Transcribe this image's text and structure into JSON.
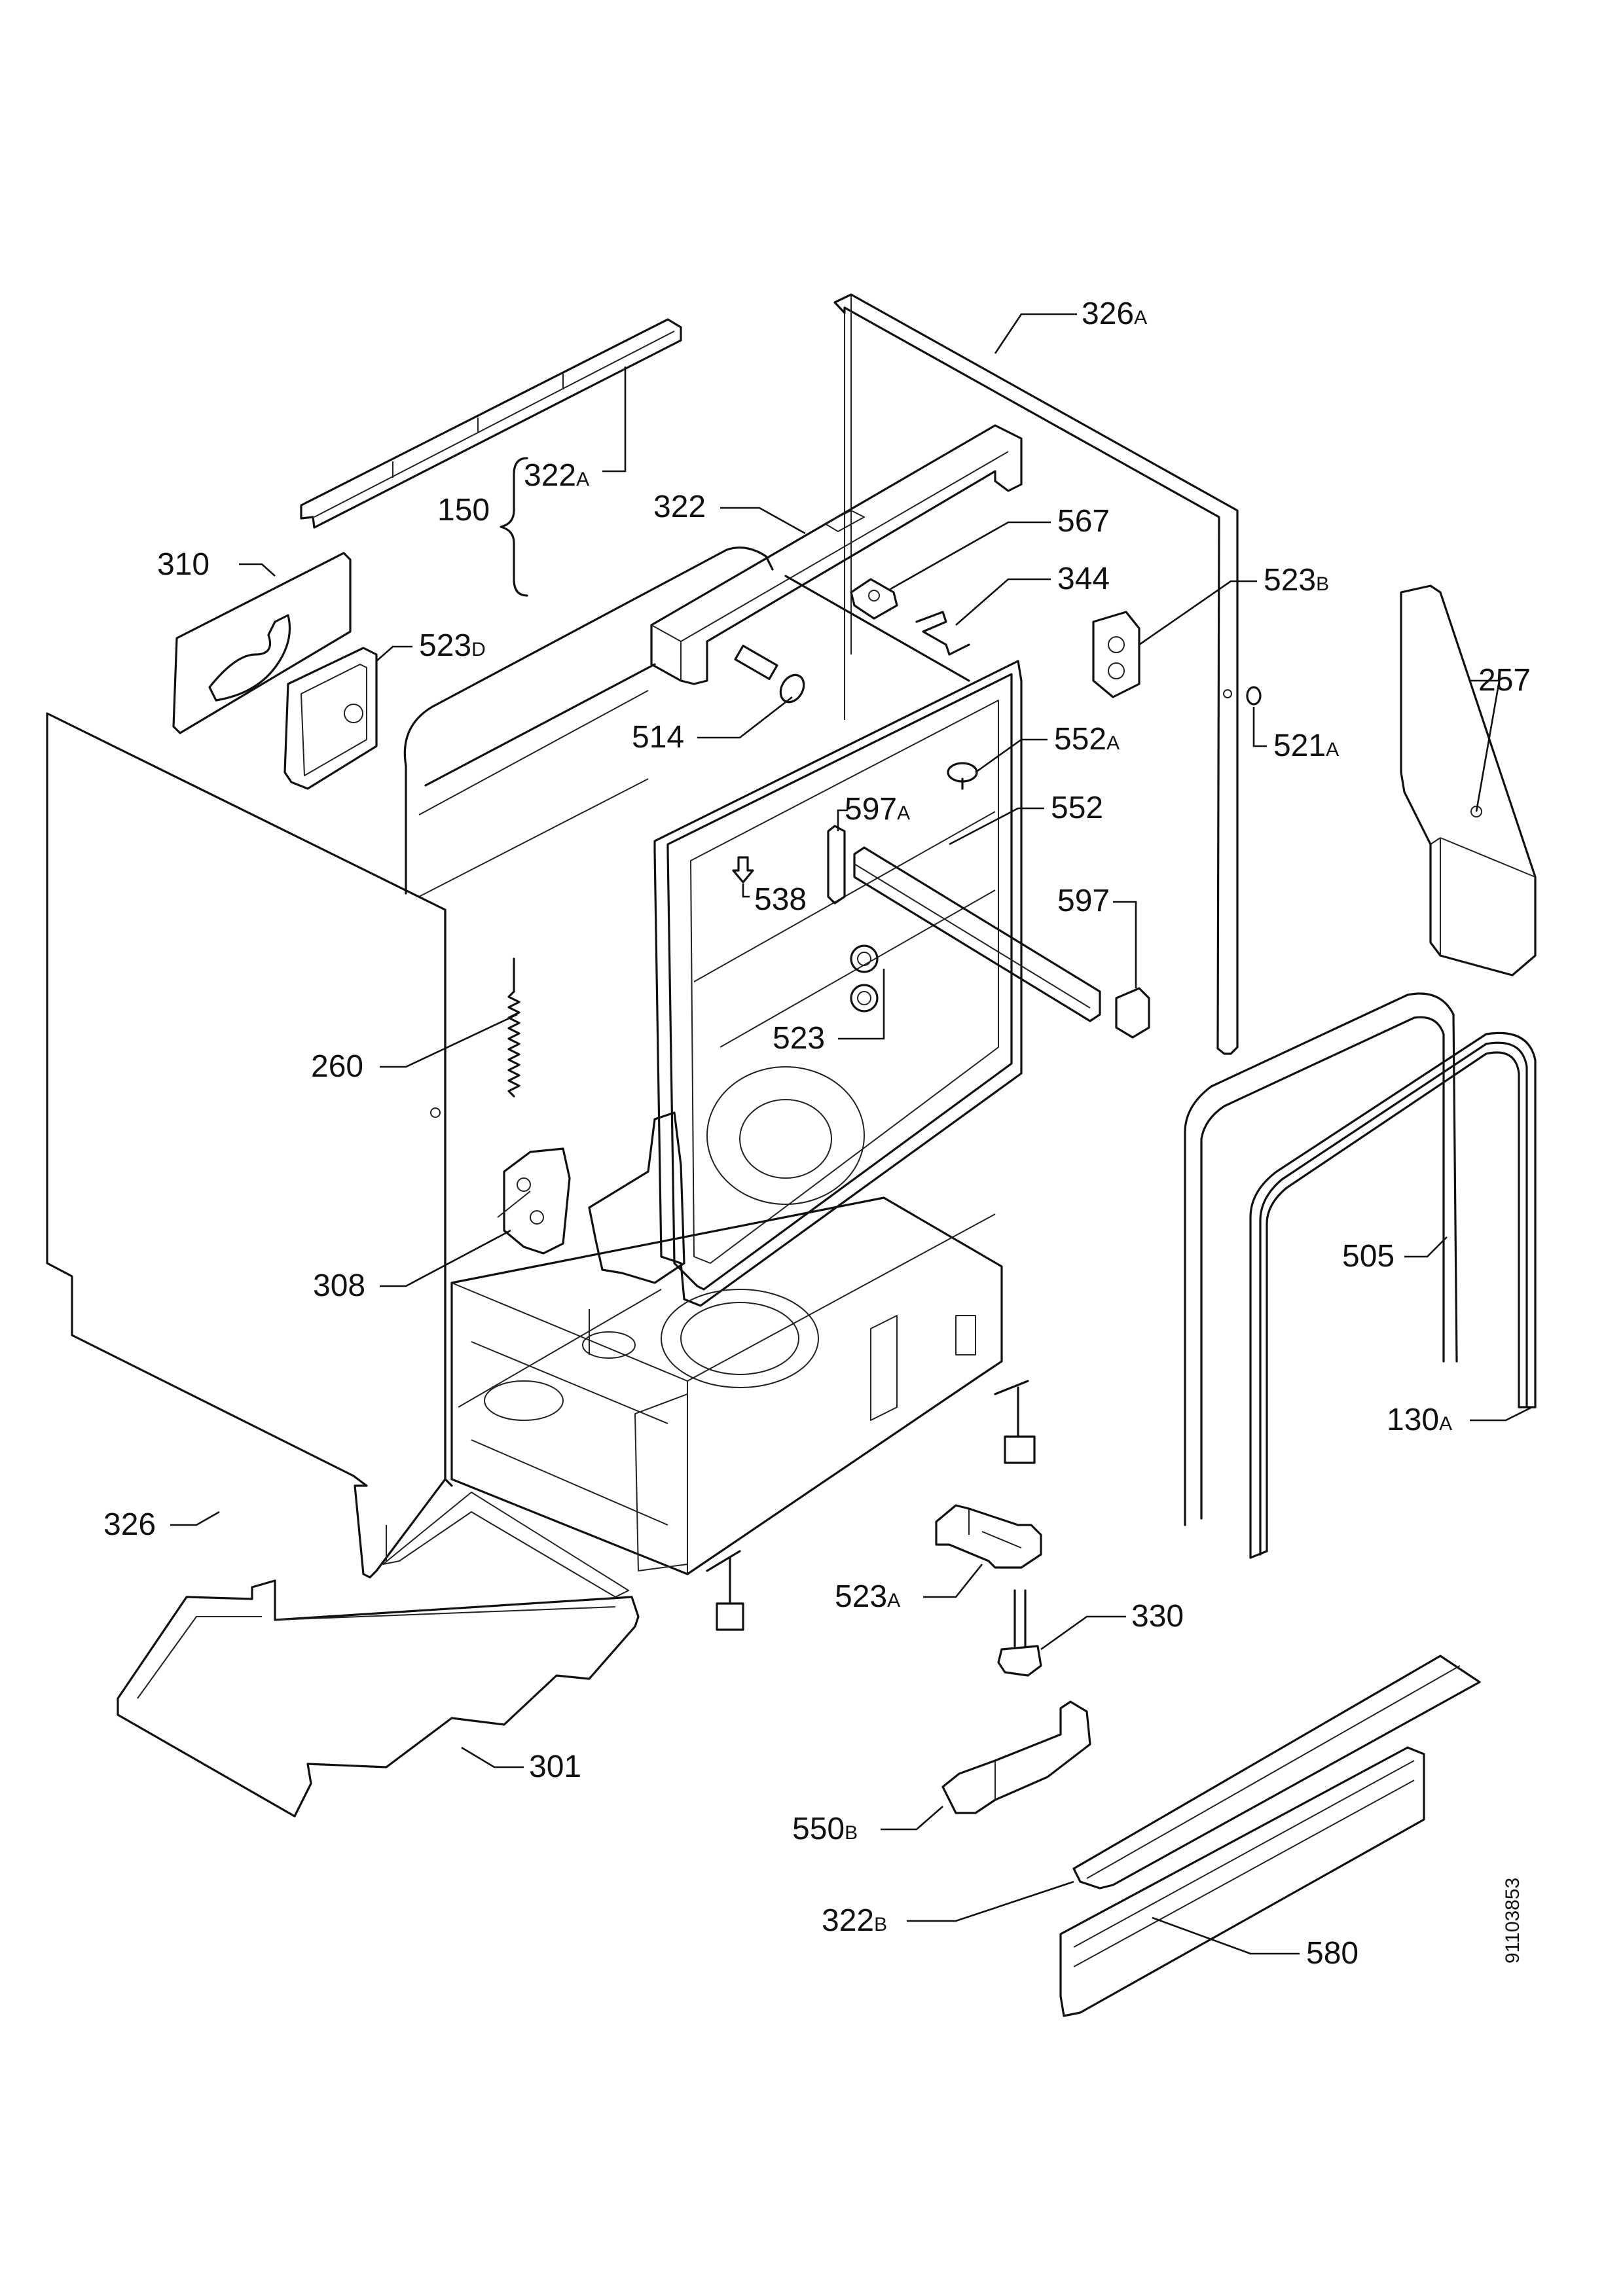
{
  "labels": {
    "l326A": {
      "main": "326",
      "suffix": "A"
    },
    "l322A": {
      "main": "322",
      "suffix": "A"
    },
    "l150": {
      "main": "150",
      "suffix": ""
    },
    "l322": {
      "main": "322",
      "suffix": ""
    },
    "l567": {
      "main": "567",
      "suffix": ""
    },
    "l310": {
      "main": "310",
      "suffix": ""
    },
    "l344": {
      "main": "344",
      "suffix": ""
    },
    "l523B": {
      "main": "523",
      "suffix": "B"
    },
    "l523D": {
      "main": "523",
      "suffix": "D"
    },
    "l257": {
      "main": "257",
      "suffix": ""
    },
    "l514": {
      "main": "514",
      "suffix": ""
    },
    "l521A": {
      "main": "521",
      "suffix": "A"
    },
    "l552A": {
      "main": "552",
      "suffix": "A"
    },
    "l597A": {
      "main": "597",
      "suffix": "A"
    },
    "l552": {
      "main": "552",
      "suffix": ""
    },
    "l538": {
      "main": "538",
      "suffix": ""
    },
    "l597": {
      "main": "597",
      "suffix": ""
    },
    "l523": {
      "main": "523",
      "suffix": ""
    },
    "l260": {
      "main": "260",
      "suffix": ""
    },
    "l505": {
      "main": "505",
      "suffix": ""
    },
    "l308": {
      "main": "308",
      "suffix": ""
    },
    "l130A": {
      "main": "130",
      "suffix": "A"
    },
    "l326": {
      "main": "326",
      "suffix": ""
    },
    "l523A": {
      "main": "523",
      "suffix": "A"
    },
    "l330": {
      "main": "330",
      "suffix": ""
    },
    "l301": {
      "main": "301",
      "suffix": ""
    },
    "l550B": {
      "main": "550",
      "suffix": "B"
    },
    "l322B": {
      "main": "322",
      "suffix": "B"
    },
    "l580": {
      "main": "580",
      "suffix": ""
    }
  },
  "drawing_id": "91103853"
}
